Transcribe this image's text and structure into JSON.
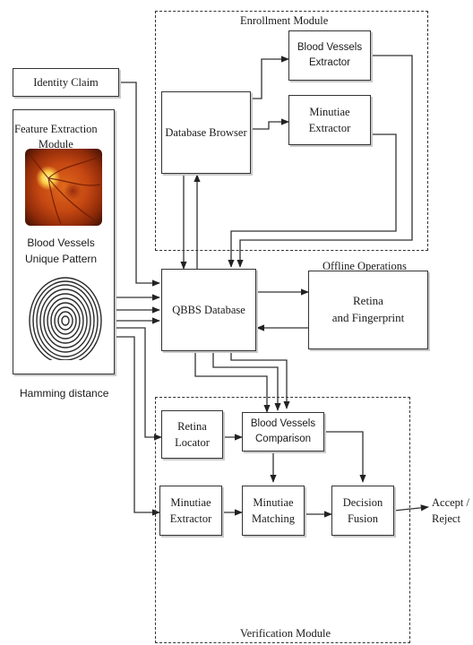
{
  "modules": {
    "enrollment_title": "Enrollment Module",
    "feature_title": "Feature Extraction\nModule",
    "verification_title": "Verification Module",
    "offline_title": "Offline  Operations"
  },
  "boxes": {
    "identity_claim": "Identity Claim",
    "database_browser": "Database Browser",
    "blood_vessels_extractor": "Blood Vessels\nExtractor",
    "minutiae_extractor_top": "Minutiae\nExtractor",
    "qbbs_database": "QBBS  Database",
    "retina_fingerprint": "Retina\nand Fingerprint",
    "retina_locator": "Retina\nLocator",
    "blood_vessels_comparison": "Blood Vessels\nComparison",
    "minutiae_extractor_bottom": "Minutiae\nExtractor",
    "minutiae_matching": "Minutiae\nMatching",
    "decision_fusion": "Decision\nFusion"
  },
  "labels": {
    "blood_vessels_pattern": "Blood Vessels\nUnique Pattern",
    "hamming_distance": "Hamming distance",
    "accept_reject": "Accept /\nReject"
  },
  "icons": {
    "retina": "retina-fundus-image",
    "fingerprint": "fingerprint-image"
  },
  "colors": {
    "line": "#333333",
    "retina": "#c54712"
  }
}
